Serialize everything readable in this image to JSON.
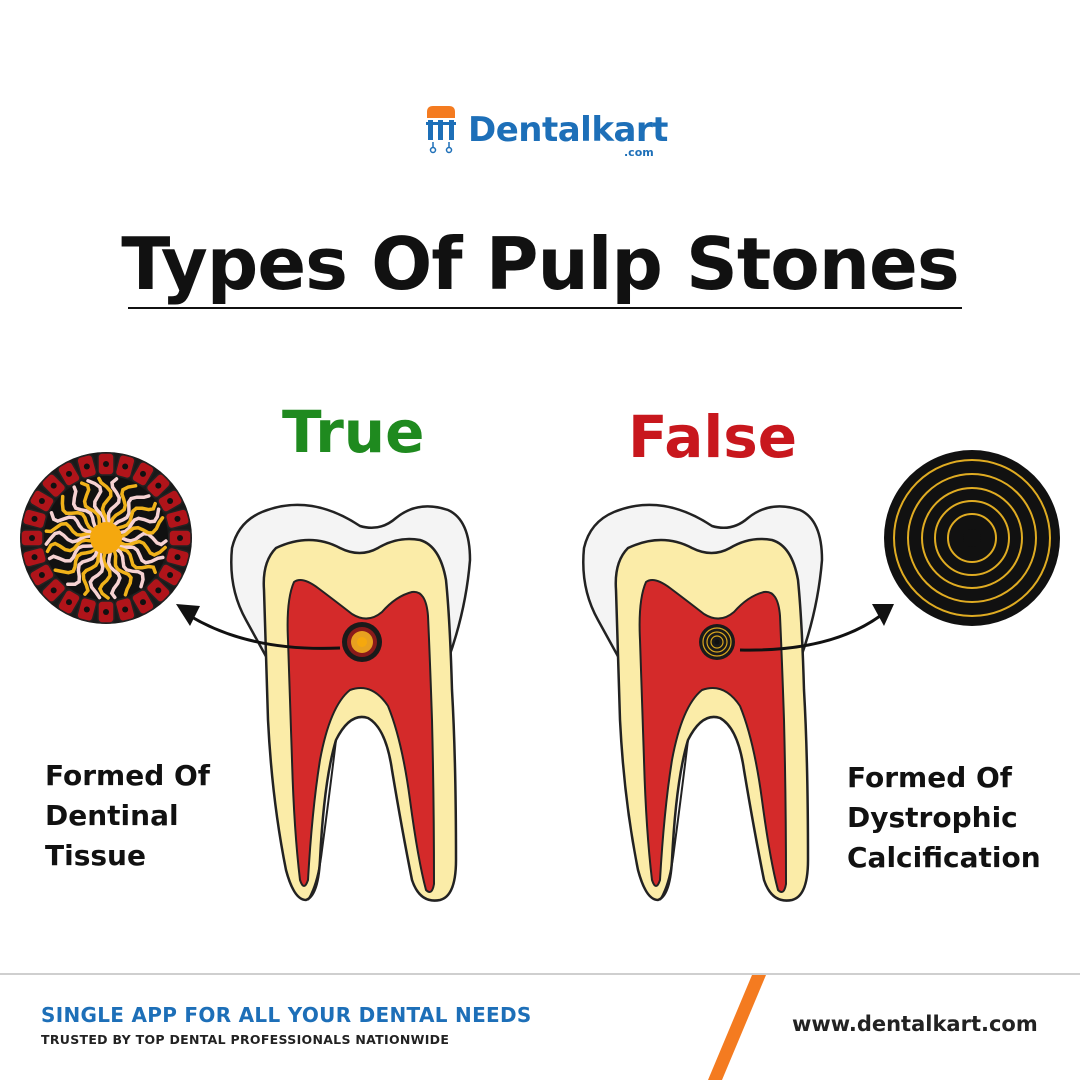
{
  "brand": {
    "name": "Dentalkart",
    "suffix": ".com",
    "primary_color": "#1d6fb8",
    "accent_color": "#f47b20"
  },
  "title": "Types Of Pulp Stones",
  "types": [
    {
      "label": "True",
      "color": "#1f8a1f",
      "caption_lines": [
        "Formed Of",
        "Dentinal",
        "Tissue"
      ]
    },
    {
      "label": "False",
      "color": "#c8171d",
      "caption_lines": [
        "Formed Of",
        "Dystrophic",
        "Calcification"
      ]
    }
  ],
  "footer": {
    "headline": "SINGLE APP FOR ALL YOUR DENTAL NEEDS",
    "subline": "TRUSTED BY TOP DENTAL PROFESSIONALS NATIONWIDE",
    "url": "www.dentalkart.com"
  },
  "icons": {
    "logo": "tooth-logo-icon",
    "true_stone": "radial-dentinal-stone-icon",
    "false_stone": "concentric-rings-stone-icon",
    "arrow": "curved-arrow-icon"
  }
}
